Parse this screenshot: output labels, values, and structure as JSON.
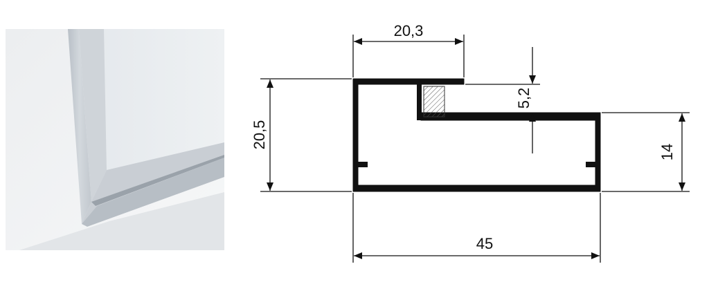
{
  "product_photo": {
    "subject": "glass-panel-aluminium-frame-corner"
  },
  "profile_drawing": {
    "dimensions": {
      "top_width": "20,3",
      "total_height": "20,5",
      "step_height": "5,2",
      "right_height": "14",
      "total_width": "45"
    },
    "colors": {
      "profile": "#111111",
      "dimension_line": "#111111",
      "frame": "#c6ccd2",
      "glass": "#e9edf1"
    }
  }
}
